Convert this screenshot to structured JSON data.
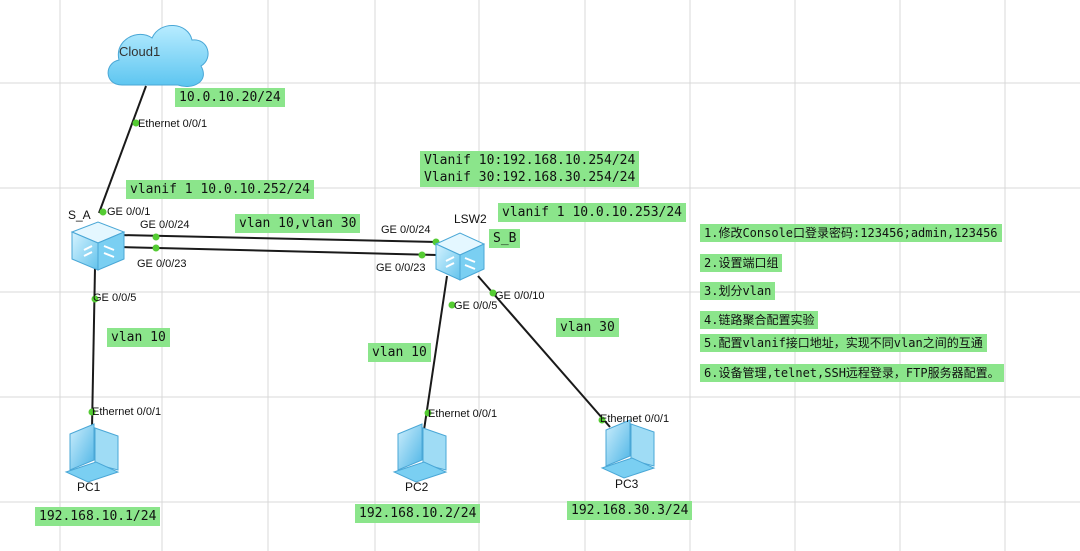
{
  "devices": {
    "cloud": "Cloud1",
    "switch_a": "S_A",
    "switch_b_model": "LSW2",
    "switch_b": "S_B",
    "pc1": "PC1",
    "pc2": "PC2",
    "pc3": "PC3"
  },
  "ports": {
    "cloud_eth": "Ethernet 0/0/1",
    "sa_ge1": "GE 0/0/1",
    "sa_ge24": "GE 0/0/24",
    "sa_ge23": "GE 0/0/23",
    "sa_ge5": "GE 0/0/5",
    "sb_ge24": "GE 0/0/24",
    "sb_ge23": "GE 0/0/23",
    "sb_ge5": "GE 0/0/5",
    "sb_ge10": "GE 0/0/10",
    "pc1_eth": "Ethernet 0/0/1",
    "pc2_eth": "Ethernet 0/0/1",
    "pc3_eth": "Ethernet 0/0/1"
  },
  "labels": {
    "cloud_ip": "10.0.10.20/24",
    "sa_vlanif1": "vlanif 1 10.0.10.252/24",
    "trunk_vlans": "vlan 10,vlan 30",
    "sb_vlanif10": "Vlanif 10:192.168.10.254/24",
    "sb_vlanif30": "Vlanif 30:192.168.30.254/24",
    "sb_vlanif1": "vlanif 1 10.0.10.253/24",
    "sa_access_vlan": "vlan 10",
    "sb_access_vlan10": "vlan 10",
    "sb_access_vlan30": "vlan 30",
    "pc1_ip": "192.168.10.1/24",
    "pc2_ip": "192.168.10.2/24",
    "pc3_ip": "192.168.30.3/24"
  },
  "tasks": [
    "1.修改Console口登录密码:123456;admin,123456",
    "2.设置端口组",
    "3.划分vlan",
    "4.链路聚合配置实验",
    "5.配置vlanif接口地址，实现不同vlan之间的互通",
    "6.设备管理,telnet,SSH远程登录，FTP服务器配置。"
  ],
  "colors": {
    "label_bg": "#8be58b",
    "port_dot": "#55cc33",
    "grid": "#d9d9d9",
    "link": "#1a1a1a",
    "device_blue": "#4ab8e8"
  },
  "icons": {
    "cloud": "cloud-icon",
    "switch": "switch-icon",
    "pc": "pc-icon"
  }
}
